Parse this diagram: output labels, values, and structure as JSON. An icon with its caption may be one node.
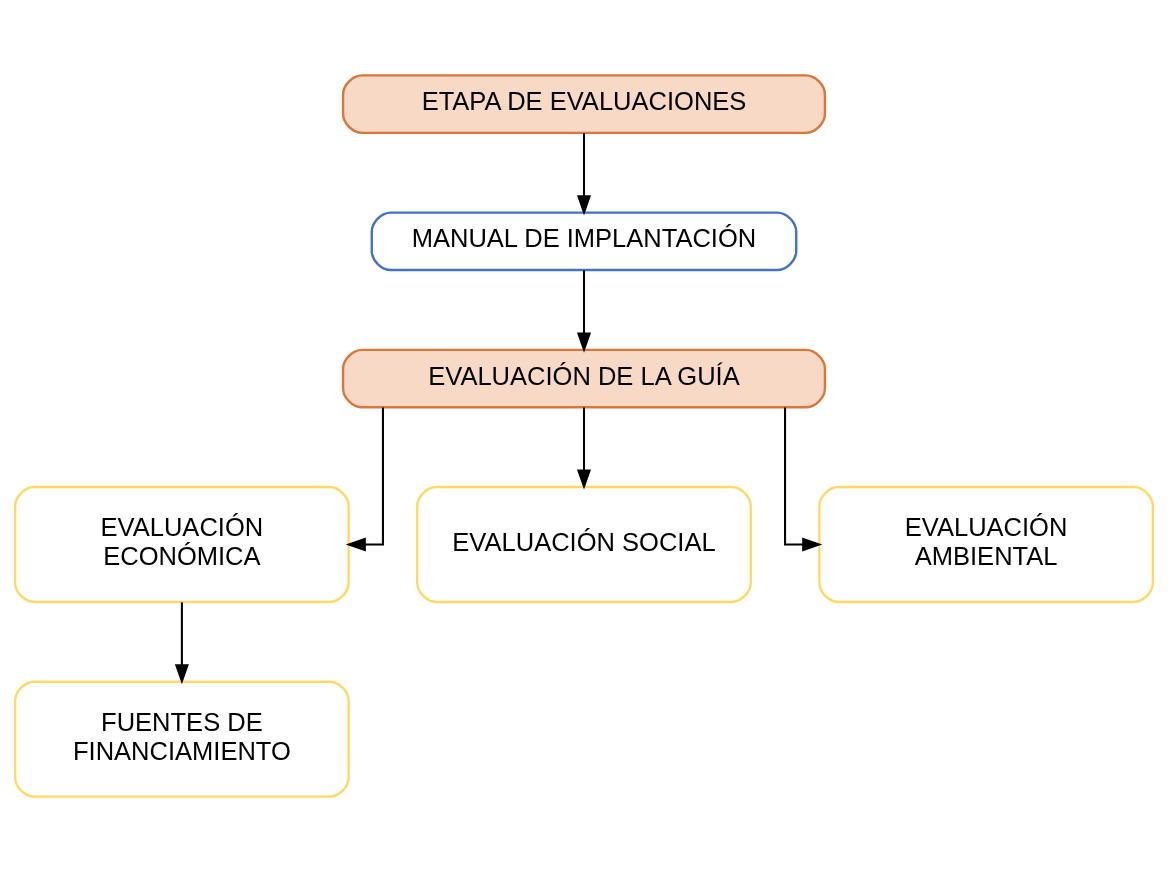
{
  "diagram": {
    "nodes": [
      {
        "text": [
          "ETAPA DE EVALUACIONES"
        ]
      },
      {
        "text": [
          "MANUAL DE IMPLANTACIÓN"
        ]
      },
      {
        "text": [
          "EVALUACIÓN DE LA GUÍA"
        ]
      },
      {
        "text": [
          "EVALUACIÓN ECONÓMICA"
        ]
      },
      {
        "text": [
          "EVALUACIÓN SOCIAL"
        ]
      },
      {
        "text": [
          "EVALUACIÓN AMBIENTAL"
        ]
      },
      {
        "text": [
          "FUENTES DE FINANCIAMIENTO"
        ]
      }
    ],
    "edges": [
      {
        "from": 0,
        "to": 1,
        "arrow": "to"
      },
      {
        "from": 1,
        "to": 2,
        "arrow": "to"
      },
      {
        "from": 2,
        "to": 3,
        "arrow": "to"
      },
      {
        "from": 2,
        "to": 4,
        "arrow": "to"
      },
      {
        "from": 2,
        "to": 5,
        "arrow": "to"
      },
      {
        "from": 3,
        "to": 6,
        "arrow": "to"
      }
    ]
  }
}
